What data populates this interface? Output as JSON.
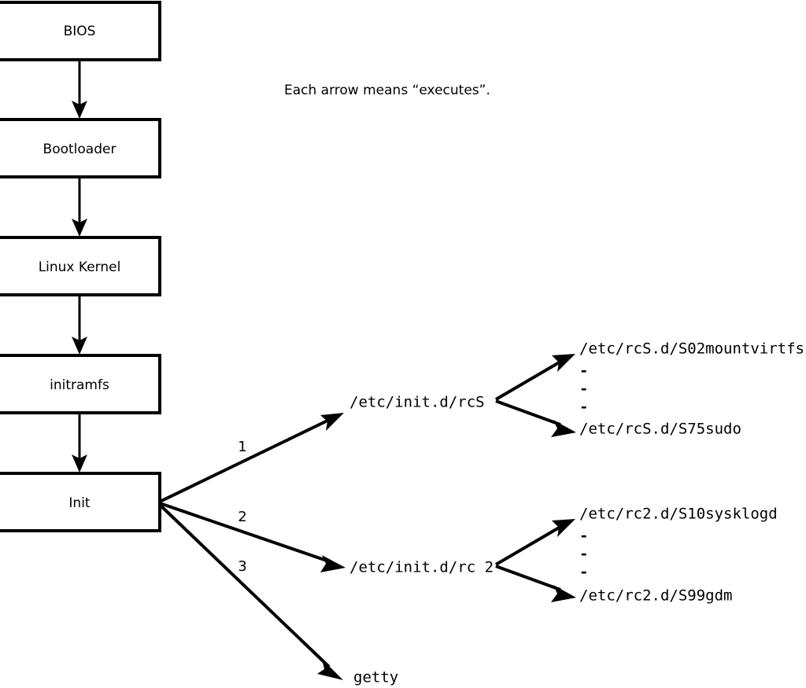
{
  "diagram": {
    "title_note": "Each arrow means “executes”.",
    "boot_chain": [
      {
        "label": "BIOS"
      },
      {
        "label": "Bootloader"
      },
      {
        "label": "Linux Kernel"
      },
      {
        "label": "initramfs"
      },
      {
        "label": "Init"
      }
    ],
    "init_edges": [
      {
        "number": "1",
        "target": "/etc/init.d/rcS"
      },
      {
        "number": "2",
        "target": "/etc/init.d/rc 2"
      },
      {
        "number": "3",
        "target": "getty"
      }
    ],
    "rcs_node": {
      "label": "/etc/init.d/rcS",
      "first_script": "/etc/rcS.d/S02mountvirtfs",
      "last_script": "/etc/rcS.d/S75sudo",
      "ellipsis": [
        "-",
        "-",
        "-"
      ]
    },
    "rc2_node": {
      "label": "/etc/init.d/rc 2",
      "first_script": "/etc/rc2.d/S10sysklogd",
      "last_script": "/etc/rc2.d/S99gdm",
      "ellipsis": [
        "-",
        "-",
        "-"
      ]
    },
    "getty_node": {
      "label": "getty"
    },
    "colors": {
      "stroke": "#000000",
      "background": "#ffffff",
      "box_fill": "#ffffff"
    }
  }
}
